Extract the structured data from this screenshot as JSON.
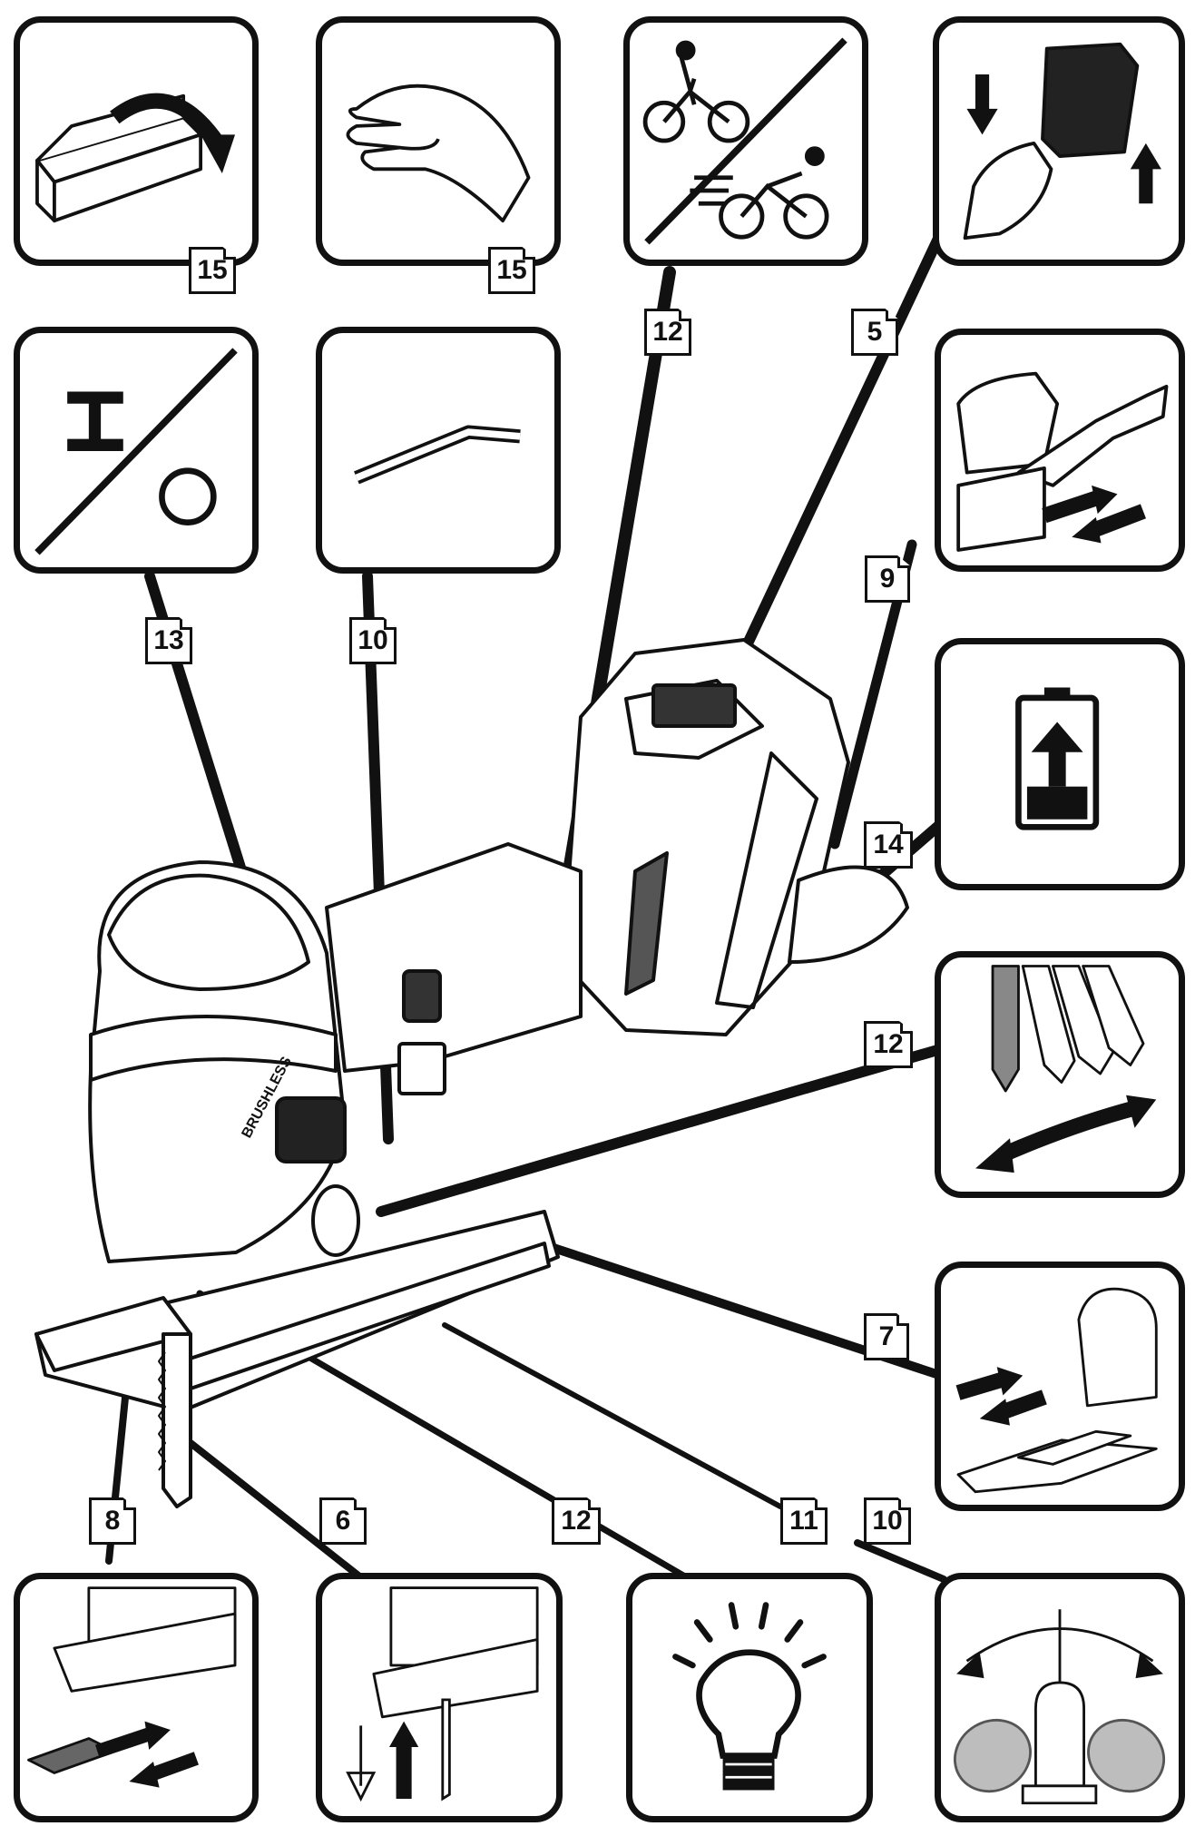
{
  "refs": {
    "p_unpack": "15",
    "p_gloves": "15",
    "p_speed": "12",
    "p_battery_lock": "5",
    "p_onoff": "13",
    "p_hexkey": "10",
    "p_dust": "9",
    "p_charge": "14",
    "p_pendulum": "12",
    "p_shoe": "7",
    "p_guard": "8",
    "p_blade": "6",
    "p_light": "12",
    "p_bevel_a": "11",
    "p_bevel_b": "10"
  },
  "brand_text": "BRUSHLESS",
  "colors": {
    "line": "#111111",
    "fill_gray": "#bdbdbd",
    "dark_gray": "#555555"
  },
  "icons": {
    "p_unpack": "box-open-arrow-icon",
    "p_gloves": "hand-glove-icon",
    "p_speed": "bicycle-speed-icon",
    "p_battery_lock": "battery-insert-icon",
    "p_onoff": "power-on-off-icon",
    "p_hexkey": "hex-key-icon",
    "p_dust": "dust-extraction-icon",
    "p_charge": "battery-charge-icon",
    "p_pendulum": "pendulum-stroke-icon",
    "p_shoe": "base-shoe-icon",
    "p_guard": "blade-guard-icon",
    "p_blade": "blade-change-icon",
    "p_light": "work-light-icon",
    "p_bevel": "bevel-tilt-icon"
  }
}
